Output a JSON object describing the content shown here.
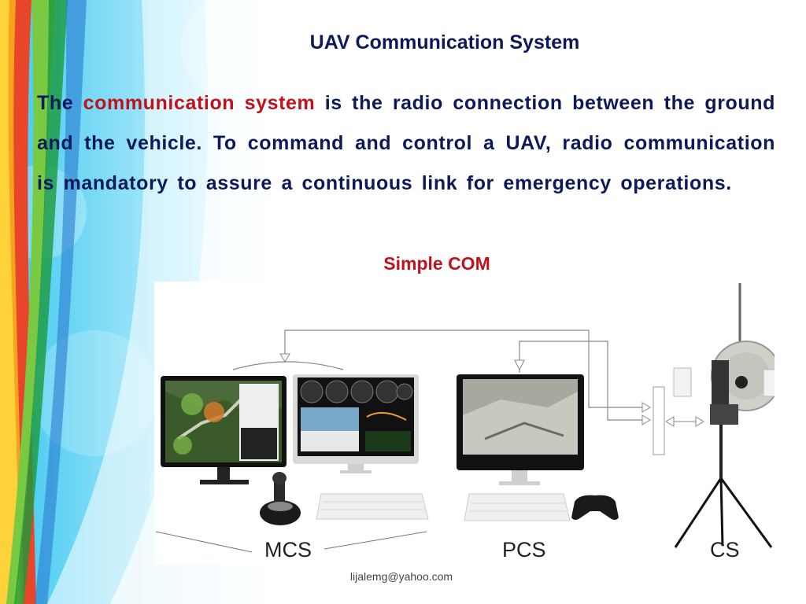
{
  "slide": {
    "title": "UAV Communication System",
    "paragraph": {
      "prefix": "The",
      "highlight_1": "communication",
      "highlight_2": "system",
      "rest": "is the radio connection between the ground and the vehicle. To command and control a UAV, radio communication is mandatory to assure a continuous link for emergency operations."
    },
    "subtitle": "Simple COM",
    "footer": "lijalemg@yahoo.com"
  },
  "diagram": {
    "labels": {
      "mcs": "MCS",
      "pcs": "PCS",
      "cs": "CS"
    }
  },
  "colors": {
    "text_primary": "#0d1a5a",
    "accent_red": "#c0121c"
  }
}
